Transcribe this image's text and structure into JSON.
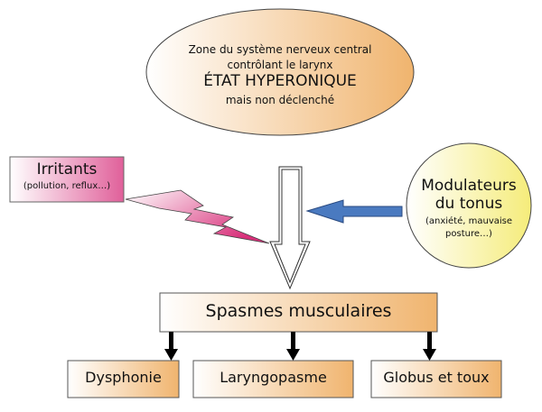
{
  "top_ellipse": {
    "line1": "Zone du système nerveux central",
    "line2": "contrôlant le larynx",
    "title": "ÉTAT HYPERONIQUE",
    "line3": "mais non déclenché"
  },
  "irritants": {
    "title": "Irritants",
    "subtitle": "(pollution, reflux…)"
  },
  "modulateurs": {
    "title1": "Modulateurs",
    "title2": "du tonus",
    "sub1": "(anxiété, mauvaise",
    "sub2": "posture…)"
  },
  "spasmes": {
    "label": "Spasmes musculaires"
  },
  "outcomes": [
    {
      "label": "Dysphonie"
    },
    {
      "label": "Laryngopasme"
    },
    {
      "label": "Globus et toux"
    }
  ],
  "colors": {
    "orange": "#f0b46e",
    "pink": "#e0609a",
    "yellow": "#f7ef8e",
    "blue": "#4a7ac0"
  }
}
